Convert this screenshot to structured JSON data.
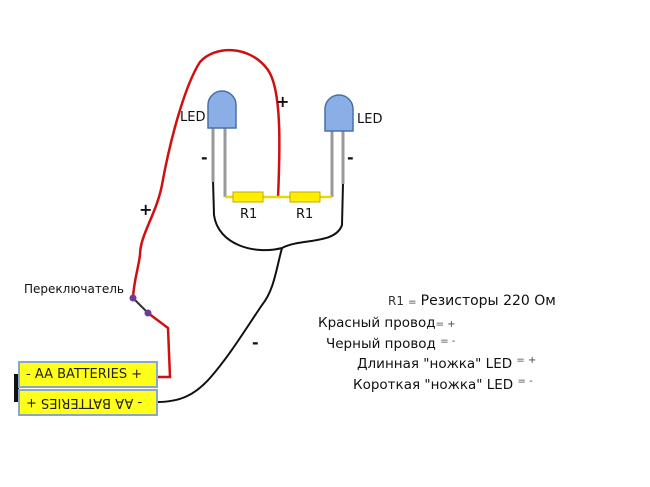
{
  "labels": {
    "led1": "LED",
    "led2": "LED",
    "r1_left": "R1",
    "r1_right": "R1",
    "switch": "Переключатель",
    "plus_led": "+",
    "plus_wire": "+",
    "minus_led1": "-",
    "minus_led2": "-",
    "minus_wire": "-"
  },
  "batteries": {
    "top": "- AA BATTERIES +",
    "bottom": "- AA BATTERIES +"
  },
  "legend": [
    {
      "name": "R1",
      "eq": "=",
      "value": "Резисторы 220 Ом"
    },
    {
      "name": "Красный провод",
      "eq": "= +"
    },
    {
      "name": "Черный провод",
      "eq": "= -"
    },
    {
      "name": "Длинная \"ножка\" LED",
      "eq": "= +"
    },
    {
      "name": "Короткая \"ножка\" LED",
      "eq": "= -"
    }
  ],
  "colors": {
    "red_wire": "#d01010",
    "black_wire": "#111111",
    "led": "#8aaee6",
    "resistor": "#ffee00",
    "battery": "#ffff19",
    "switch": "#6a3d9a"
  }
}
